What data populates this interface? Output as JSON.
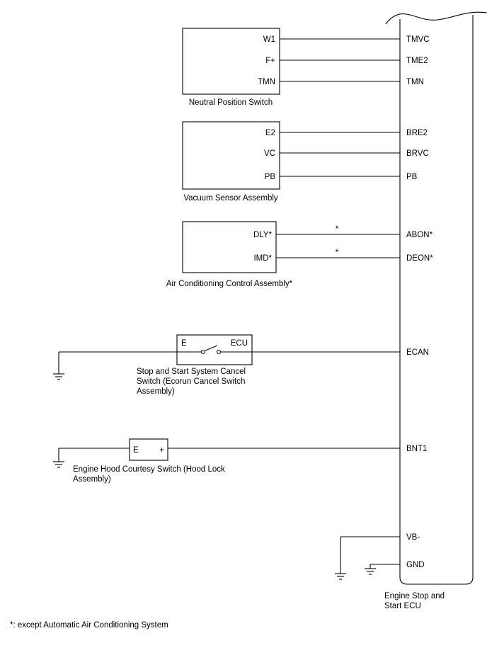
{
  "colors": {
    "line": "#000000",
    "background": "#ffffff"
  },
  "ecu": {
    "caption_line1": "Engine Stop and",
    "caption_line2": "Start ECU",
    "pins": {
      "tmvc": "TMVC",
      "tme2": "TME2",
      "tmn": "TMN",
      "bre2": "BRE2",
      "brvc": "BRVC",
      "pb": "PB",
      "abon": "ABON*",
      "deon": "DEON*",
      "ecan": "ECAN",
      "bnt1": "BNT1",
      "vb_minus": "VB-",
      "gnd": "GND"
    }
  },
  "components": {
    "neutral_switch": {
      "caption": "Neutral Position Switch",
      "pin_w1": "W1",
      "pin_f": "F+",
      "pin_tmn": "TMN"
    },
    "vacuum_sensor": {
      "caption": "Vacuum Sensor Assembly",
      "pin_e2": "E2",
      "pin_vc": "VC",
      "pin_pb": "PB"
    },
    "ac_control": {
      "caption": "Air Conditioning Control Assembly*",
      "pin_dly": "DLY*",
      "pin_imd": "IMD*",
      "wire_mark_1": "*",
      "wire_mark_2": "*"
    },
    "cancel_switch": {
      "caption_line1": "Stop and Start System Cancel",
      "caption_line2": "Switch (Ecorun Cancel Switch",
      "caption_line3": "Assembly)",
      "pin_e": "E",
      "pin_ecu": "ECU"
    },
    "hood_switch": {
      "caption_line1": "Engine Hood Courtesy Switch (Hood Lock",
      "caption_line2": "Assembly)",
      "pin_e": "E",
      "pin_plus": "+"
    }
  },
  "footnote": "*: except Automatic Air Conditioning System"
}
